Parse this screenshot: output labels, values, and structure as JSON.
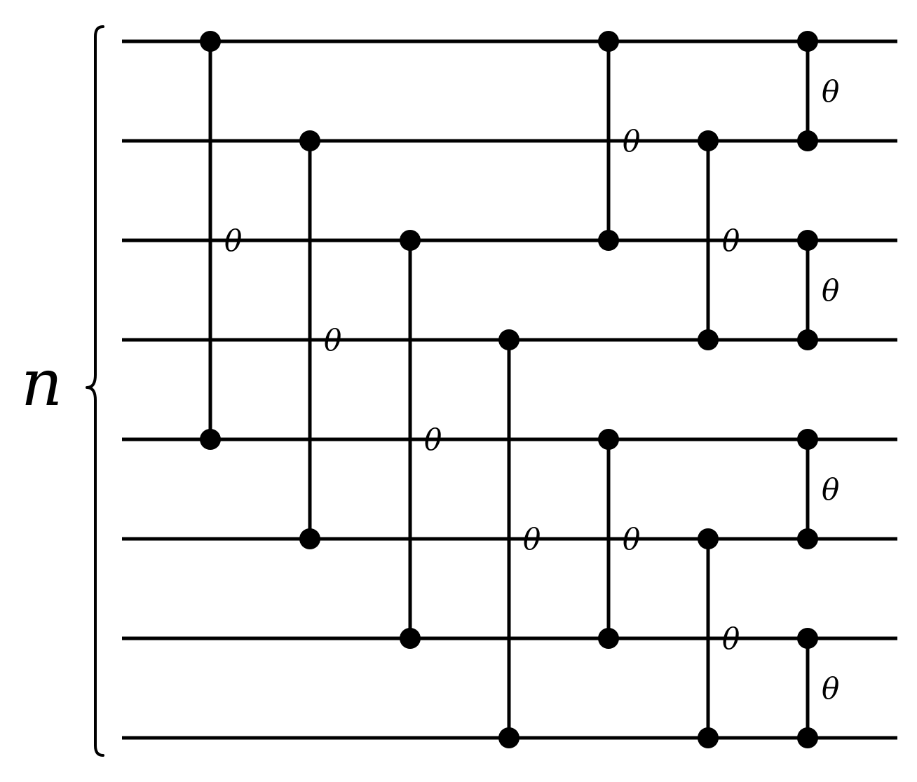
{
  "register": {
    "label": "n",
    "qubit_count": 8
  },
  "gates": [
    {
      "type": "controlled-phase",
      "qubits": [
        0,
        4
      ],
      "angle_label": "θ"
    },
    {
      "type": "controlled-phase",
      "qubits": [
        1,
        5
      ],
      "angle_label": "θ"
    },
    {
      "type": "controlled-phase",
      "qubits": [
        2,
        6
      ],
      "angle_label": "θ"
    },
    {
      "type": "controlled-phase",
      "qubits": [
        3,
        7
      ],
      "angle_label": "θ"
    },
    {
      "type": "controlled-phase",
      "qubits": [
        0,
        2
      ],
      "angle_label": "θ"
    },
    {
      "type": "controlled-phase",
      "qubits": [
        4,
        6
      ],
      "angle_label": "θ"
    },
    {
      "type": "controlled-phase",
      "qubits": [
        1,
        3
      ],
      "angle_label": "θ"
    },
    {
      "type": "controlled-phase",
      "qubits": [
        5,
        7
      ],
      "angle_label": "θ"
    },
    {
      "type": "controlled-phase",
      "qubits": [
        0,
        1
      ],
      "angle_label": "θ"
    },
    {
      "type": "controlled-phase",
      "qubits": [
        2,
        3
      ],
      "angle_label": "θ"
    },
    {
      "type": "controlled-phase",
      "qubits": [
        4,
        5
      ],
      "angle_label": "θ"
    },
    {
      "type": "controlled-phase",
      "qubits": [
        6,
        7
      ],
      "angle_label": "θ"
    }
  ]
}
